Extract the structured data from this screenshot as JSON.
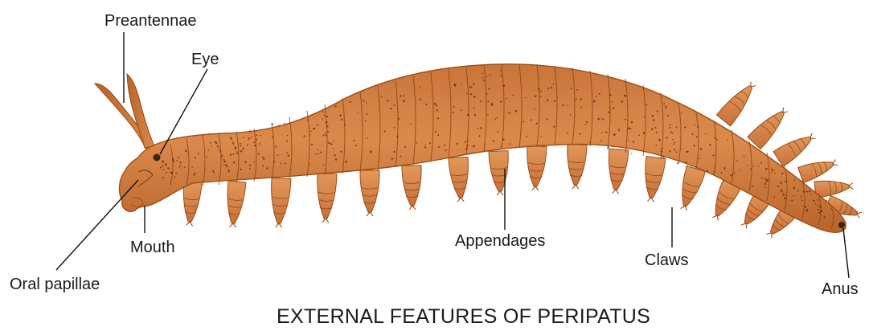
{
  "title": "EXTERNAL FEATURES OF PERIPATUS",
  "labels": {
    "preantennae": "Preantennae",
    "eye": "Eye",
    "mouth": "Mouth",
    "oral_papillae": "Oral papillae",
    "appendages": "Appendages",
    "claws": "Claws",
    "anus": "Anus"
  },
  "colors": {
    "body": "#d98547",
    "body_dark": "#a65a22",
    "leg": "#d98a4a",
    "outline": "#9b4e17",
    "ink": "#1a1a1a"
  }
}
